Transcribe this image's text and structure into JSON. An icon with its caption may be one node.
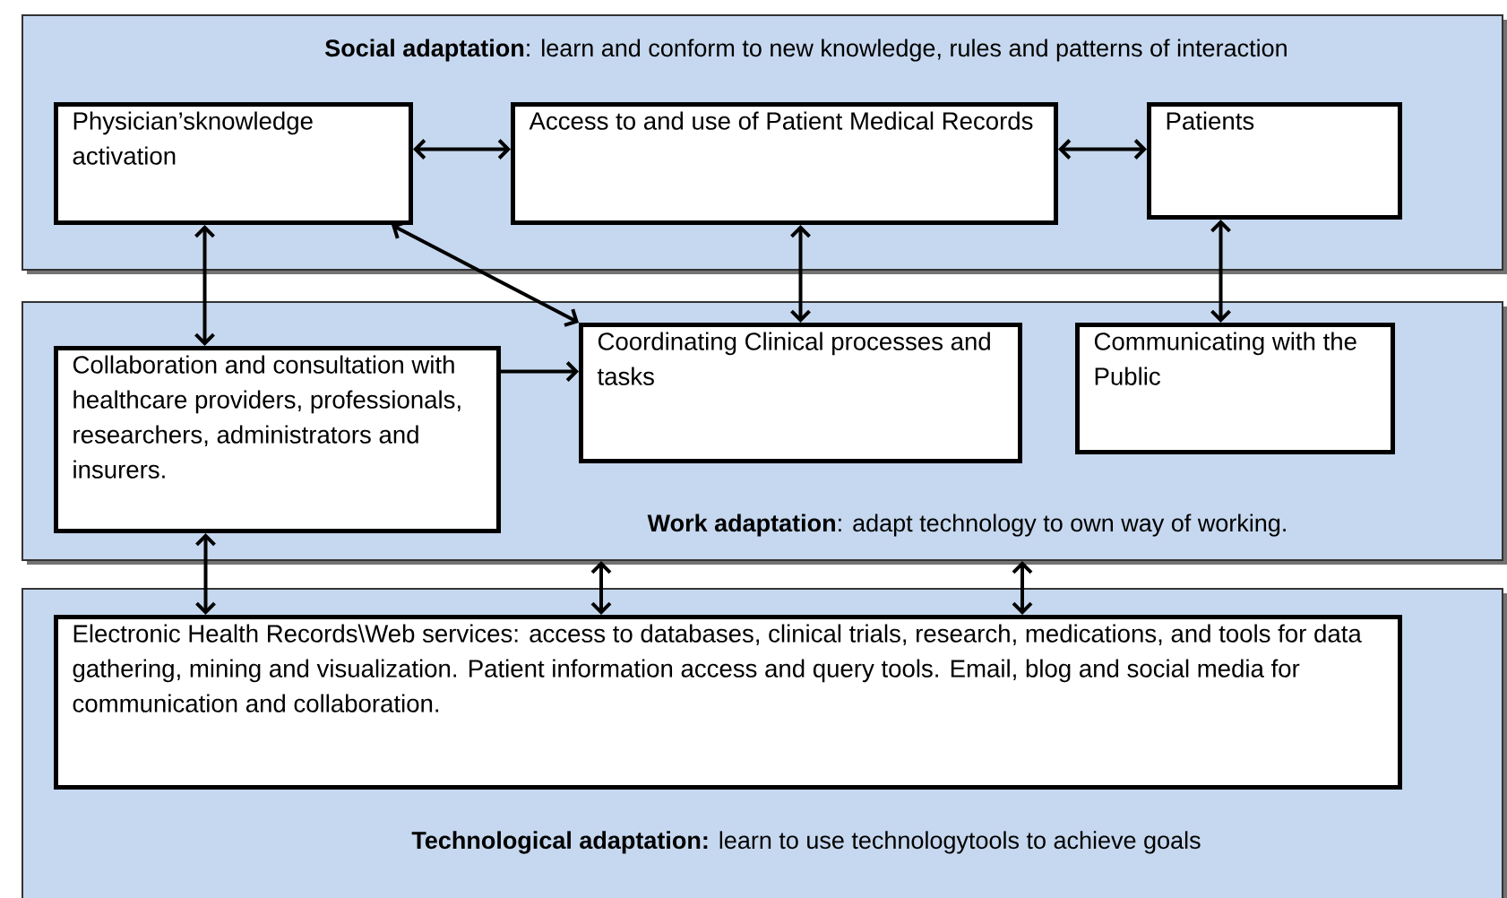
{
  "diagram": {
    "nodes": [
      {
        "text": [
          "**Social adaptation**: learn and conform to new knowledge, rules and patterns of interaction"
        ]
      },
      {
        "text": [
          "Physician’sknowledge activation"
        ],
        "in": 0
      },
      {
        "text": [
          "Access to and use of Patient Medical Records"
        ],
        "in": 0
      },
      {
        "text": [
          "Patients"
        ],
        "in": 0
      },
      {
        "text": [
          "**Work adaptation**: adapt technology to own way of working."
        ]
      },
      {
        "text": [
          "Collaboration and consultation with healthcare providers, professionals, researchers, administrators and insurers."
        ],
        "in": 4
      },
      {
        "text": [
          "Coordinating Clinical processes and tasks"
        ],
        "in": 4
      },
      {
        "text": [
          "Communicating with the Public"
        ],
        "in": 4
      },
      {
        "text": [
          "**Technological adaptation:** learn to use technologytools to achieve goals"
        ]
      },
      {
        "text": [
          "Electronic Health Records\\Web services: access to databases, clinical trials, research, medications, and tools for data gathering, mining and visualization. Patient information access and query tools. Email, blog and social media for communication and collaboration."
        ],
        "in": 8
      }
    ],
    "edges": [
      {
        "from": 1,
        "to": 2,
        "arrow": "both"
      },
      {
        "from": 2,
        "to": 3,
        "arrow": "both"
      },
      {
        "from": 1,
        "to": 5,
        "arrow": "both"
      },
      {
        "from": 1,
        "to": 6,
        "arrow": "both"
      },
      {
        "from": 2,
        "to": 6,
        "arrow": "both"
      },
      {
        "from": 3,
        "to": 7,
        "arrow": "both"
      },
      {
        "from": 5,
        "to": 6,
        "arrow": "to"
      },
      {
        "from": 5,
        "to": 9,
        "arrow": "both"
      },
      {
        "from": 4,
        "to": 9,
        "arrow": "both"
      },
      {
        "from": 4,
        "to": 9,
        "arrow": "both"
      }
    ]
  }
}
